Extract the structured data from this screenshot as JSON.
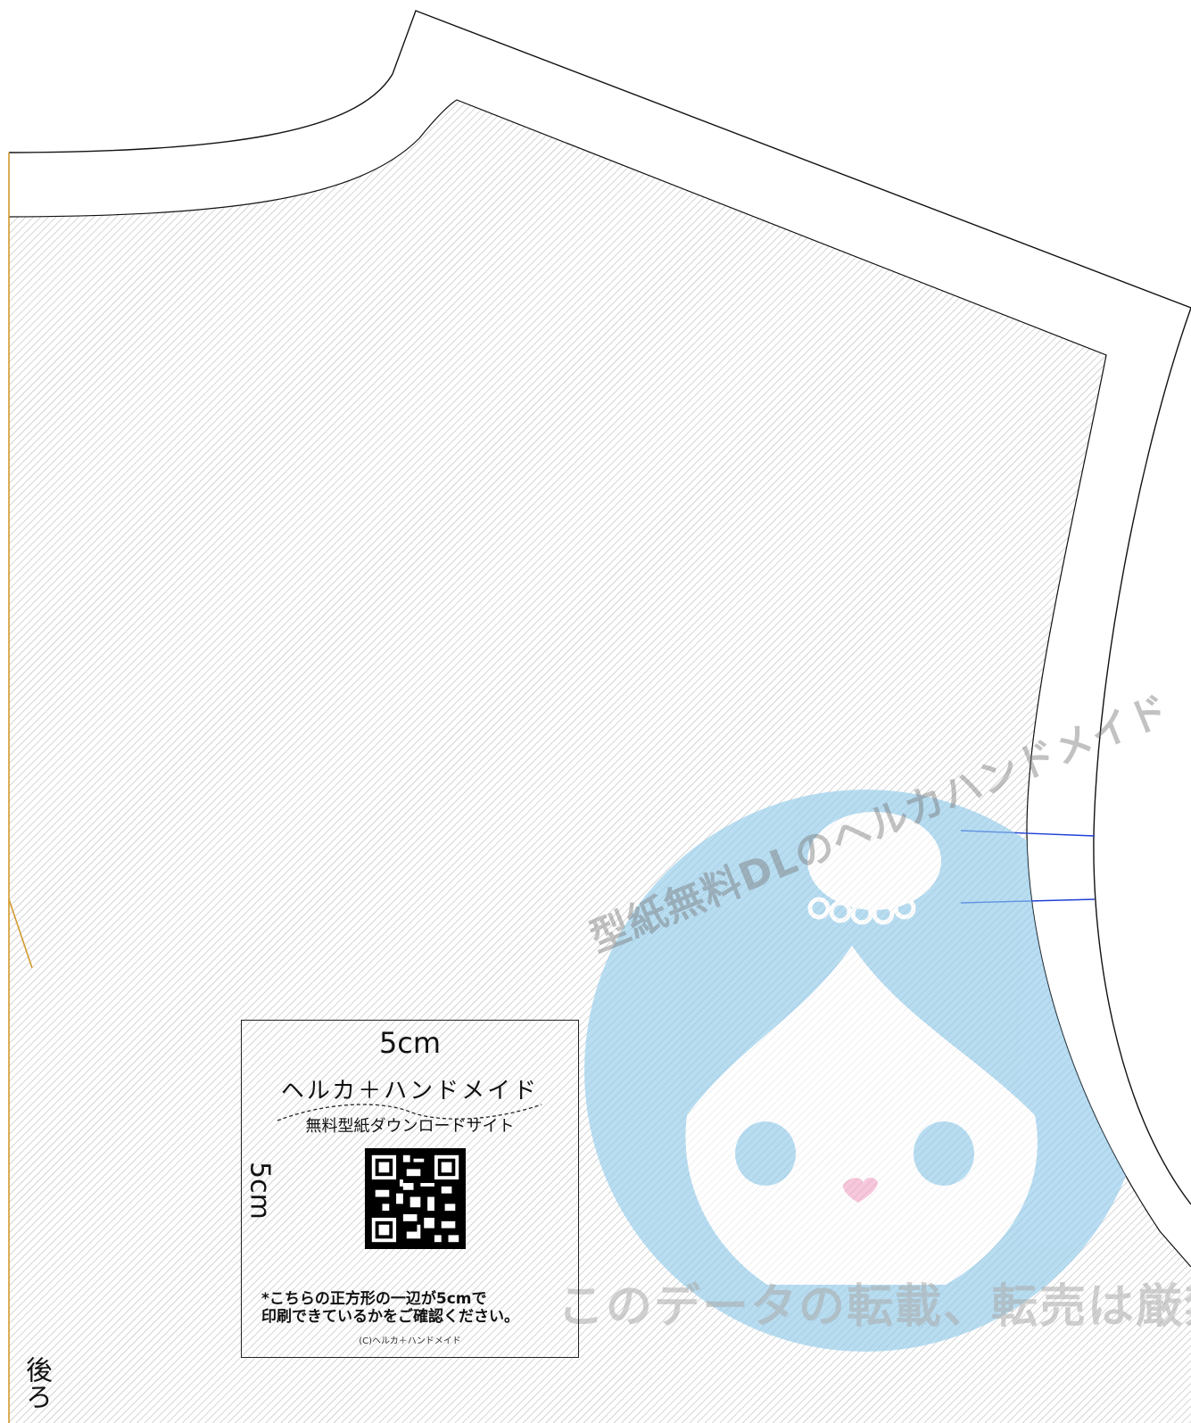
{
  "calibration": {
    "width_label": "5cm",
    "height_label": "5cm",
    "brand": "ヘルカ＋ハンドメイド",
    "site": "無料型紙ダウンロードサイト",
    "note_line1": "*こちらの正方形の一辺が5cmで",
    "note_line2": "印刷できているかをご確認ください。",
    "copyright": "(C)ヘルカ＋ハンドメイド"
  },
  "watermark": {
    "ring_text": "型紙無料DLのヘルカハンドメイド",
    "bottom_text": "このデータの転載、転売は厳禁"
  },
  "piece": {
    "label": "後ろ"
  },
  "colors": {
    "outline": "#111111",
    "hatch": "#bdbdbd",
    "fold_line": "#d39a2c",
    "notch": "#1f3fd6",
    "logo_blue": "#8ec9ea",
    "logo_pink": "#f3a6c8"
  }
}
